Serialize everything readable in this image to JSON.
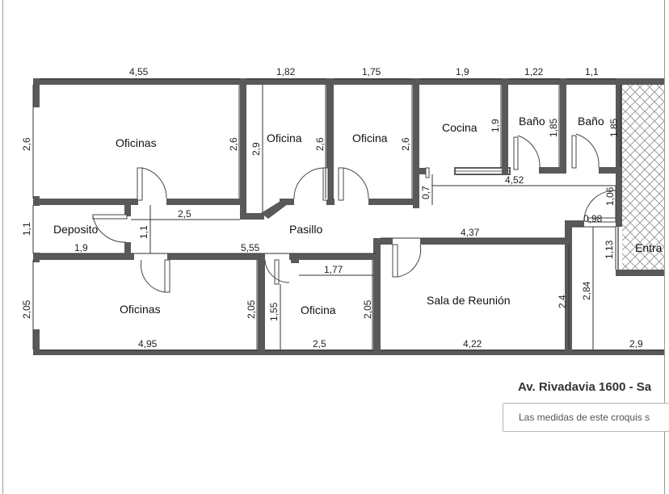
{
  "address": "Av. Rivadavia 1600 - Sa",
  "note": "Las medidas de este croquis s",
  "rooms": {
    "oficinas_top": "Oficinas",
    "oficina_1": "Oficina",
    "oficina_2": "Oficina",
    "cocina": "Cocina",
    "bano_1": "Baño",
    "bano_2": "Baño",
    "deposito": "Deposito",
    "pasillo": "Pasillo",
    "entrada": "Entra",
    "oficinas_bottom": "Oficinas",
    "oficina_3": "Oficina",
    "sala_reunion": "Sala de Reunión"
  },
  "dimensions": {
    "top_4_55": "4,55",
    "top_1_82": "1,82",
    "top_1_75": "1,75",
    "top_1_9": "1,9",
    "top_1_22": "1,22",
    "top_1_1": "1,1",
    "left_2_6": "2,6",
    "left_1_1": "1,1",
    "left_2_05": "2,05",
    "oficinas_right_2_6": "2,6",
    "oficina1_left_2_9": "2,9",
    "oficina1_right_2_6": "2,6",
    "oficina2_right_2_6": "2,6",
    "cocina_1_9": "1,9",
    "bano1_1_85": "1,85",
    "bano2_1_85": "1,85",
    "pasillo_0_7": "0,7",
    "pasillo_4_52": "4,52",
    "pasillo_1_06": "1,06",
    "pasillo_0_98": "0,98",
    "pasillo_2_5": "2,5",
    "deposito_1_1": "1,1",
    "deposito_1_9": "1,9",
    "pasillo_5_55": "5,55",
    "pasillo_4_37": "4,37",
    "entrada_1_13": "1,13",
    "oficina3_1_77": "1,77",
    "oficinas_bottom_2_05": "2,05",
    "oficina3_1_55": "1,55",
    "oficina3_2_05": "2,05",
    "sala_2_4": "2,4",
    "right_2_84": "2,84",
    "bottom_4_95": "4,95",
    "bottom_2_5": "2,5",
    "bottom_4_22": "4,22",
    "bottom_2_9": "2,9"
  }
}
